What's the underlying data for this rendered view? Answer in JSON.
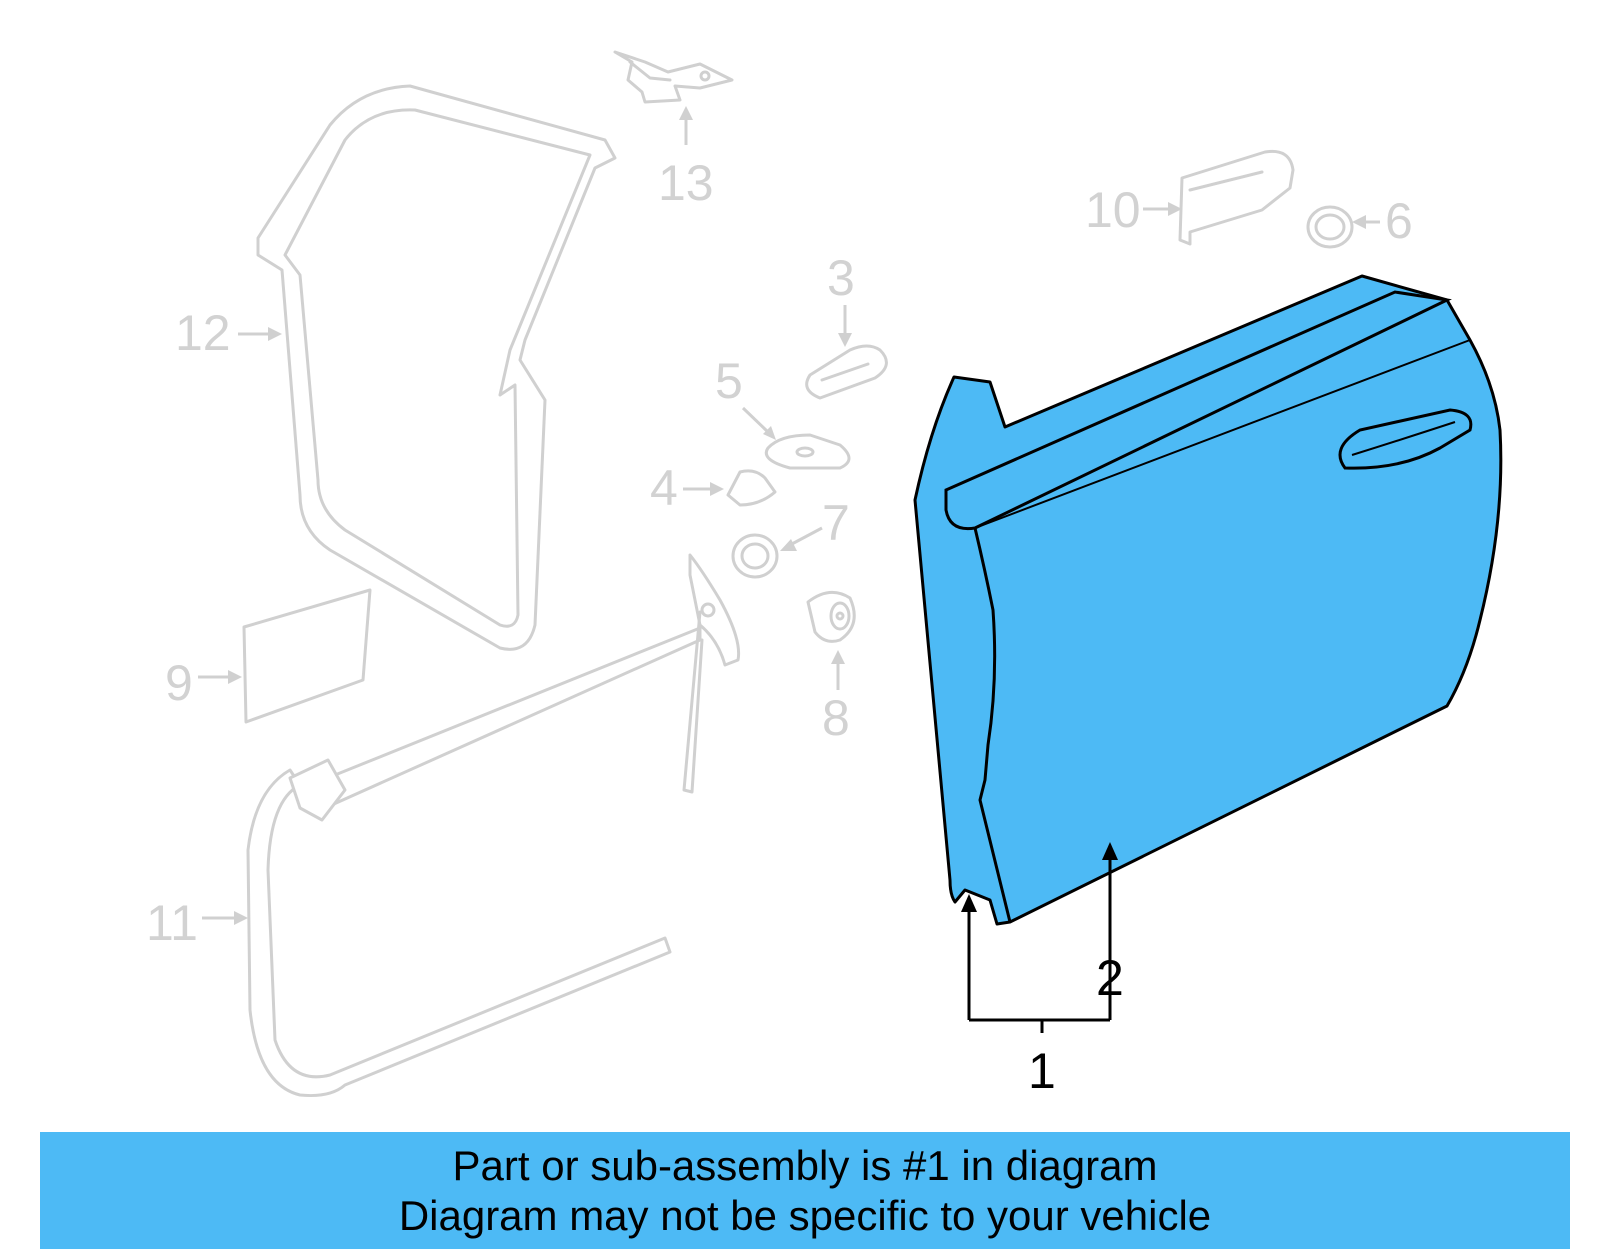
{
  "colors": {
    "highlight": "#4dbaf5",
    "ghost_stroke": "#d0d0d0",
    "outline": "#000000",
    "banner_bg": "#4dbaf5"
  },
  "callouts": {
    "n1": "1",
    "n2": "2",
    "n3": "3",
    "n4": "4",
    "n5": "5",
    "n6": "6",
    "n7": "7",
    "n8": "8",
    "n9": "9",
    "n10": "10",
    "n11": "11",
    "n12": "12",
    "n13": "13"
  },
  "banner": {
    "line1": "Part or sub-assembly is #1 in diagram",
    "line2": "Diagram may not be specific to your vehicle"
  }
}
